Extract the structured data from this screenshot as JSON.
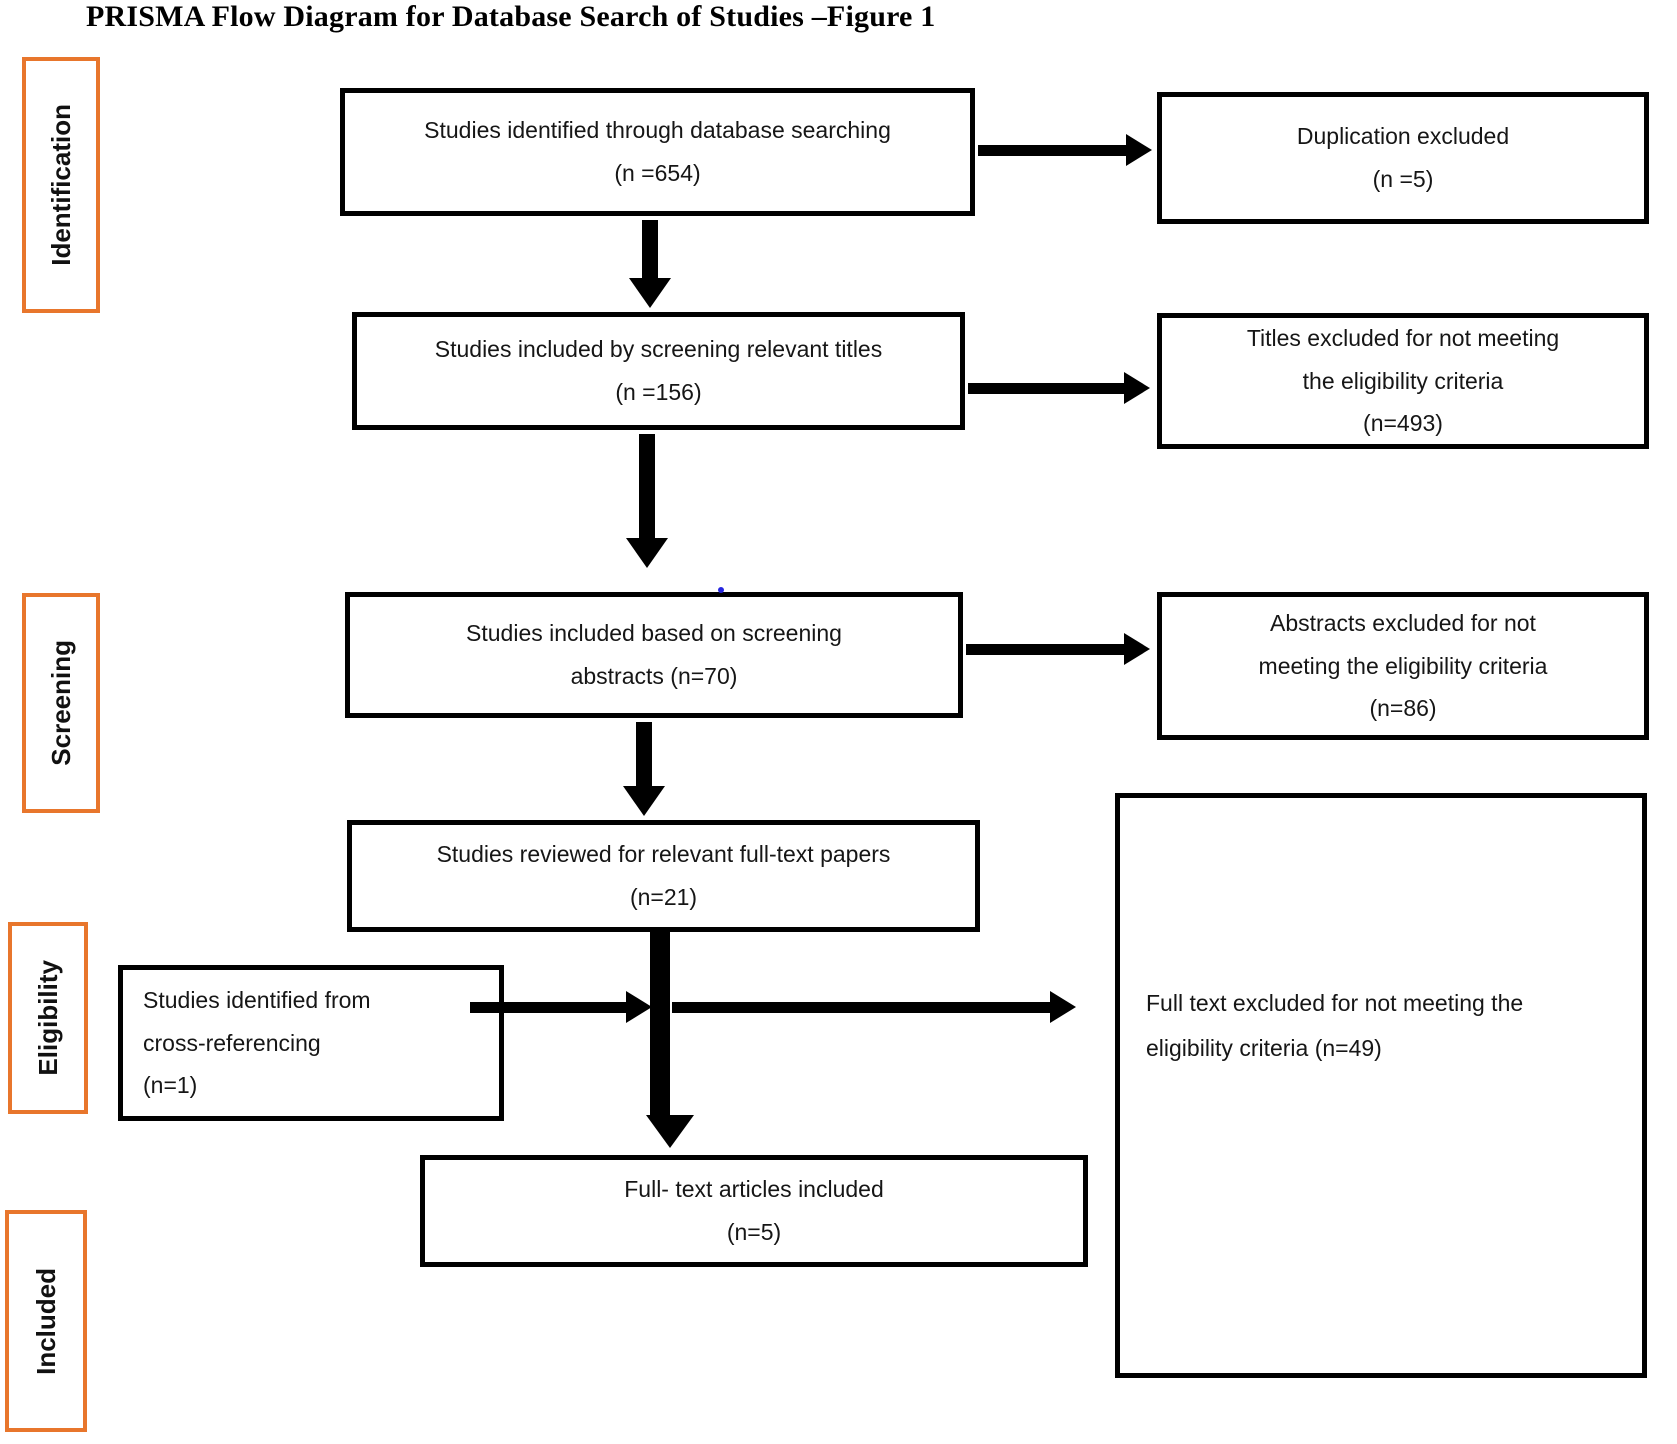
{
  "title": "PRISMA Flow Diagram for Database Search of Studies –Figure 1",
  "colors": {
    "accent_orange": "#E8762C",
    "box_border": "#000000",
    "dot_blue": "#2626E0"
  },
  "stages": {
    "identification": {
      "label": "Identification"
    },
    "screening": {
      "label": "Screening"
    },
    "eligibility": {
      "label": "Eligibility"
    },
    "included": {
      "label": "Included"
    }
  },
  "main": {
    "identified": {
      "text": "Studies identified through database searching\n(n =654)"
    },
    "titles": {
      "text": "Studies included by screening relevant titles\n(n =156)"
    },
    "abstracts": {
      "text": "Studies included based on screening\nabstracts (n=70)"
    },
    "review": {
      "text": "Studies reviewed for relevant full-text papers\n(n=21)"
    },
    "crossref": {
      "text": "Studies identified from\ncross-referencing\n(n=1)"
    },
    "included": {
      "text": "Full- text articles included\n(n=5)"
    }
  },
  "excluded": {
    "duplicates": {
      "text": "Duplication excluded\n(n =5)"
    },
    "titles": {
      "text": "Titles excluded for not meeting\nthe eligibility criteria\n(n=493)"
    },
    "abstracts": {
      "text": "Abstracts excluded for not\nmeeting the eligibility criteria\n(n=86)"
    },
    "fulltext": {
      "text": "Full text excluded for not meeting the eligibility criteria (n=49)"
    }
  }
}
